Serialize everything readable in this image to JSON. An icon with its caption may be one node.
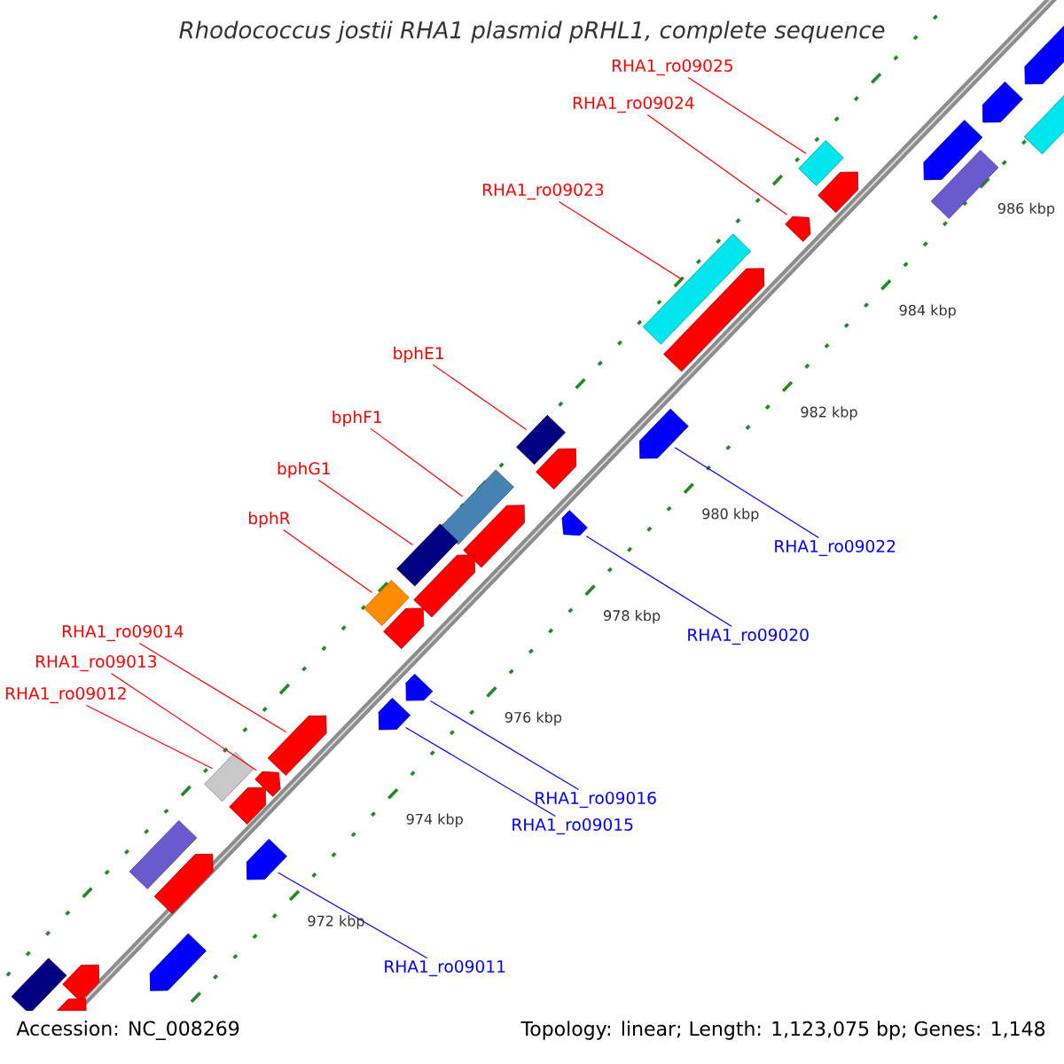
{
  "diagram": {
    "title": "Rhodococcus jostii RHA1 plasmid pRHL1, complete sequence",
    "nodes": [
      {
        "text": [
          "RHA1_ro09025"
        ]
      },
      {
        "text": [],
        "shape": "box"
      },
      {
        "text": [
          "RHA1_ro09024"
        ]
      },
      {
        "text": [],
        "shape": "pentagon"
      },
      {
        "text": [
          "RHA1_ro09023"
        ]
      },
      {
        "text": [],
        "shape": "box"
      },
      {
        "text": [
          "bphE1"
        ]
      },
      {
        "text": [],
        "shape": "box"
      },
      {
        "text": [
          "bphF1"
        ]
      },
      {
        "text": [],
        "shape": "box"
      },
      {
        "text": [
          "bphG1"
        ]
      },
      {
        "text": [],
        "shape": "box"
      },
      {
        "text": [
          "bphR"
        ]
      },
      {
        "text": [],
        "shape": "box"
      },
      {
        "text": [
          "RHA1_ro09022"
        ]
      },
      {
        "text": [],
        "shape": "pentagon"
      },
      {
        "text": [
          "RHA1_ro09020"
        ]
      },
      {
        "text": [],
        "shape": "pentagon"
      },
      {
        "text": [
          "RHA1_ro09016"
        ]
      },
      {
        "text": [],
        "shape": "pentagon"
      },
      {
        "text": [
          "RHA1_ro09015"
        ]
      },
      {
        "text": [],
        "shape": "pentagon"
      },
      {
        "text": [
          "RHA1_ro09014"
        ]
      },
      {
        "text": [],
        "shape": "pentagon"
      },
      {
        "text": [
          "RHA1_ro09013"
        ]
      },
      {
        "text": [],
        "shape": "pentagon"
      },
      {
        "text": [
          "RHA1_ro09012"
        ]
      },
      {
        "text": [],
        "shape": "box"
      },
      {
        "text": [
          "RHA1_ro09011"
        ]
      },
      {
        "text": [],
        "shape": "pentagon"
      },
      {
        "text": [],
        "shape": "pentagon"
      },
      {
        "text": [],
        "shape": "pentagon"
      },
      {
        "text": [],
        "shape": "box"
      },
      {
        "text": [],
        "shape": "pentagon"
      },
      {
        "text": [],
        "shape": "box"
      },
      {
        "text": [],
        "shape": "pentagon"
      },
      {
        "text": [],
        "shape": "pentagon"
      },
      {
        "text": [],
        "shape": "pentagon"
      },
      {
        "text": [],
        "shape": "pentagon"
      },
      {
        "text": [],
        "shape": "pentagon"
      },
      {
        "text": [],
        "shape": "pentagon"
      },
      {
        "text": [],
        "shape": "pentagon"
      },
      {
        "text": [],
        "shape": "box"
      },
      {
        "text": [],
        "shape": "pentagon"
      },
      {
        "text": [],
        "shape": "pentagon"
      },
      {
        "text": [],
        "shape": "pentagon"
      },
      {
        "text": [],
        "shape": "box"
      },
      {
        "text": [],
        "shape": "pentagon"
      }
    ],
    "edges": [
      {
        "from": 0,
        "to": 1,
        "arrow": "none"
      },
      {
        "from": 2,
        "to": 3,
        "arrow": "none"
      },
      {
        "from": 4,
        "to": 5,
        "arrow": "none"
      },
      {
        "from": 6,
        "to": 7,
        "arrow": "none"
      },
      {
        "from": 8,
        "to": 9,
        "arrow": "none"
      },
      {
        "from": 10,
        "to": 11,
        "arrow": "none"
      },
      {
        "from": 12,
        "to": 13,
        "arrow": "none"
      },
      {
        "from": 14,
        "to": 15,
        "arrow": "none",
        "color": "#0000ff"
      },
      {
        "from": 16,
        "to": 17,
        "arrow": "none",
        "color": "#0000ff"
      },
      {
        "from": 18,
        "to": 19,
        "arrow": "none",
        "color": "#0000ff"
      },
      {
        "from": 20,
        "to": 21,
        "arrow": "none",
        "color": "#0000ff"
      },
      {
        "from": 22,
        "to": 23,
        "arrow": "none"
      },
      {
        "from": 24,
        "to": 25,
        "arrow": "none"
      },
      {
        "from": 26,
        "to": 27,
        "arrow": "none"
      },
      {
        "from": 28,
        "to": 29,
        "arrow": "none",
        "color": "#0000ff"
      }
    ],
    "labels": [
      "986 kbp",
      "984 kbp",
      "982 kbp",
      "980 kbp",
      "978 kbp",
      "976 kbp",
      "974 kbp",
      "972 kbp",
      "Accession: NC_008269",
      "Topology: linear; Length: 1,123,075 bp; Genes: 1,148"
    ]
  }
}
